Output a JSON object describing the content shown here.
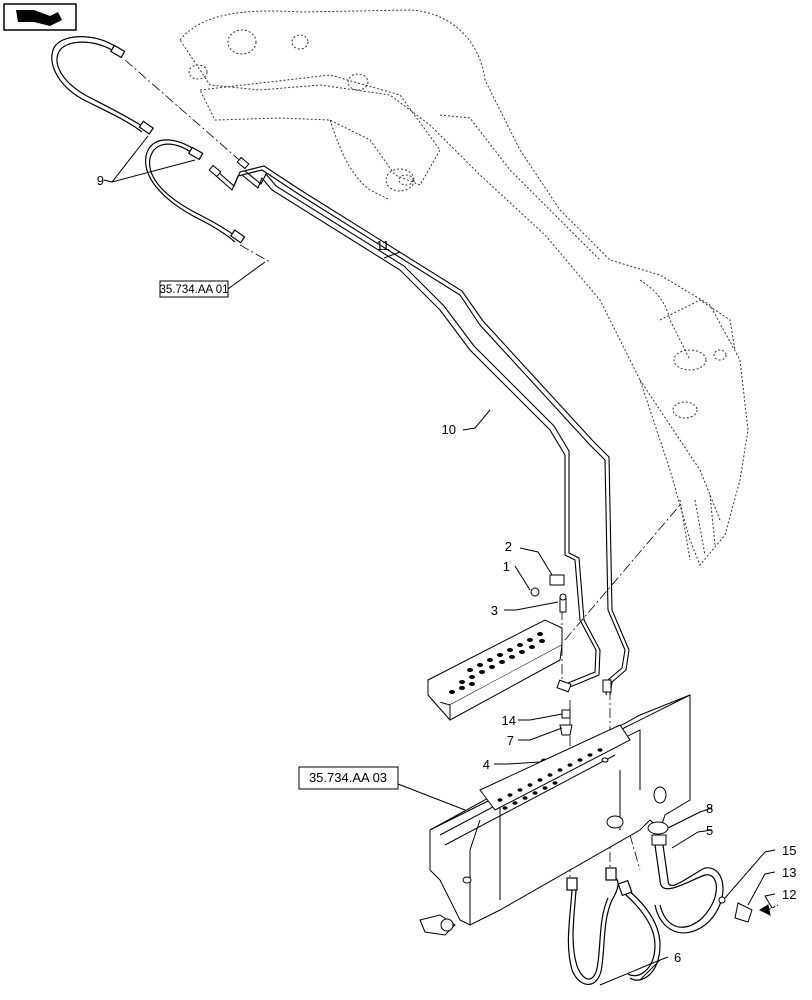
{
  "nav_icon": "arrow-book-icon",
  "reference_tags": {
    "upper": "35.734.AA 01",
    "lower": "35.734.AA 03"
  },
  "callouts": {
    "c1": "1",
    "c2": "2",
    "c3": "3",
    "c4": "4",
    "c5": "5",
    "c6": "6",
    "c7": "7",
    "c8": "8",
    "c9": "9",
    "c10": "10",
    "c11": "11",
    "c12": "12",
    "c13": "13",
    "c14": "14",
    "c15": "15"
  }
}
